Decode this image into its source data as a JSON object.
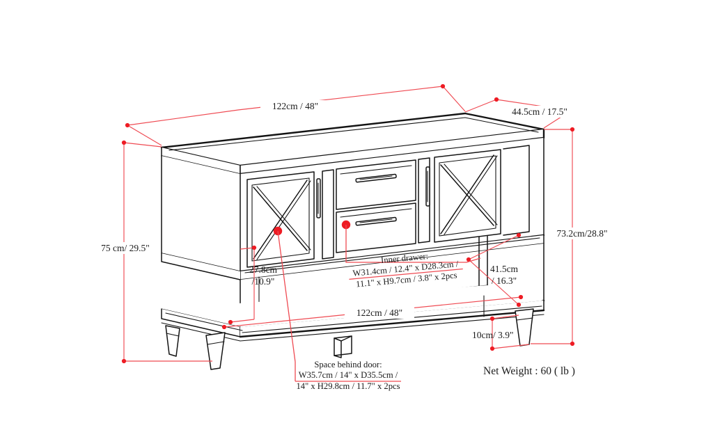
{
  "document": {
    "type": "furniture-dimension-drawing",
    "subject": "Console table / sideboard with two X-panel barn doors, two center drawers and open bottom shelf",
    "background_color": "#ffffff",
    "line_color": "#141414",
    "accent_color": "#ee1c24"
  },
  "dimensions": {
    "top_width": "122cm / 48\"",
    "top_depth": "44.5cm / 17.5\"",
    "overall_height_left": "75 cm/ 29.5\"",
    "body_height_right": "73.2cm/28.8\"",
    "shelf_gap_left": "27.8cm\n/10.9\"",
    "open_shelf_height": "41.5cm\n/ 16.3\"",
    "bottom_width": "122cm / 48\"",
    "leg_height": "10cm/ 3.9\""
  },
  "dimension_lines": [
    {
      "name": "top-width",
      "label": "122cm / 48\"",
      "value_cm": 122,
      "value_in": 48
    },
    {
      "name": "top-depth",
      "label": "44.5cm / 17.5\"",
      "value_cm": 44.5,
      "value_in": 17.5
    },
    {
      "name": "overall-height",
      "label": "75 cm/ 29.5\"",
      "value_cm": 75,
      "value_in": 29.5
    },
    {
      "name": "body-height",
      "label": "73.2cm/28.8\"",
      "value_cm": 73.2,
      "value_in": 28.8
    },
    {
      "name": "shelf-gap",
      "label": "27.8cm /10.9\"",
      "value_cm": 27.8,
      "value_in": 10.9
    },
    {
      "name": "open-shelf-height",
      "label": "41.5cm / 16.3\"",
      "value_cm": 41.5,
      "value_in": 16.3
    },
    {
      "name": "bottom-width",
      "label": "122cm / 48\"",
      "value_cm": 122,
      "value_in": 48
    },
    {
      "name": "leg-height",
      "label": "10cm/ 3.9\"",
      "value_cm": 10,
      "value_in": 3.9
    }
  ],
  "callouts": {
    "inner_drawer": {
      "line1": "Inner drawer:",
      "line2": "W31.4cm / 12.4\" x D28.3cm /",
      "line3": "11.1\" x H9.7cm / 3.8\" x 2pcs"
    },
    "space_behind_door": {
      "line1": "Space behind door:",
      "line2": "W35.7cm / 14\" x D35.5cm /",
      "line3": "14\" x H29.8cm / 11.7\" x 2pcs"
    }
  },
  "net_weight": {
    "label": "Net Weight : 60 ( lb )",
    "value": 60,
    "unit": "lb"
  },
  "dim_labels": {
    "shelf_gap_l1": "27.8cm",
    "shelf_gap_l2": "/10.9\"",
    "open_shelf_l1": "41.5cm",
    "open_shelf_l2": "/ 16.3\""
  }
}
